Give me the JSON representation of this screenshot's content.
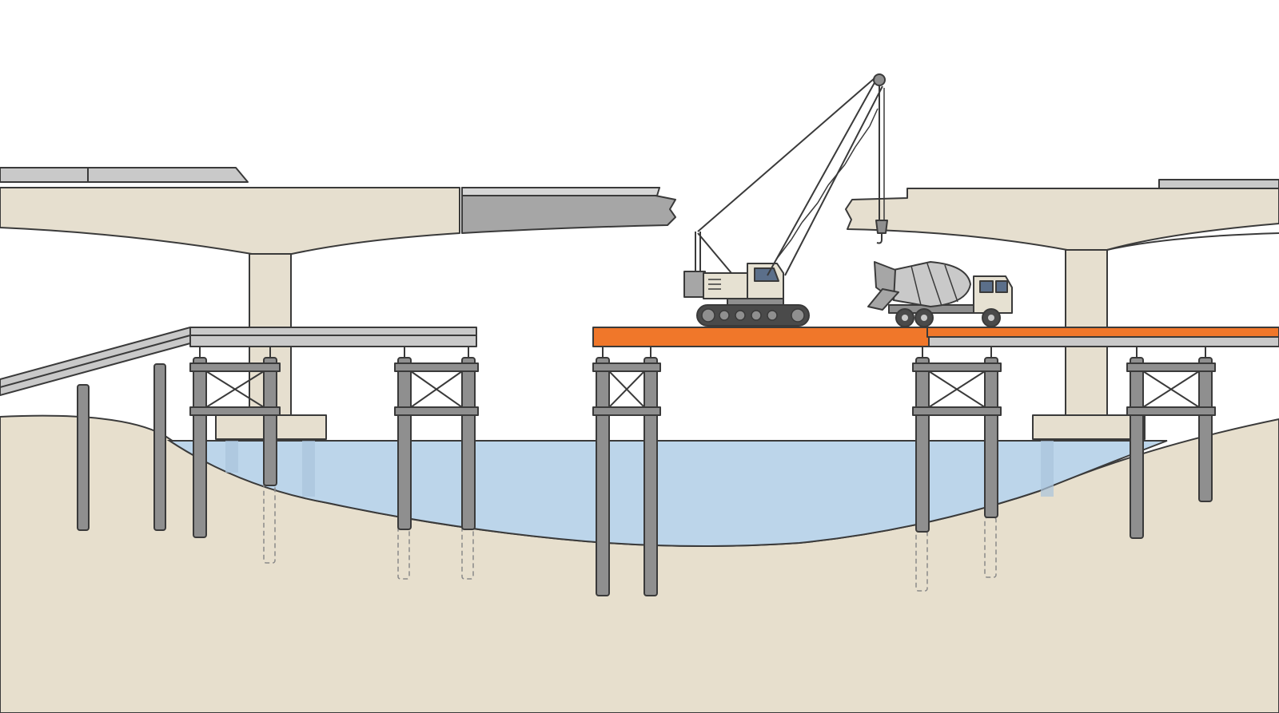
{
  "diagram": {
    "title": "",
    "labels": [],
    "colors": {
      "sky": "#ffffff",
      "soil": "#e7dfcd",
      "water": "#bcd5ea",
      "concrete": "#e6dfcf",
      "old_deck_gray": "#a6a6a6",
      "steel_gray": "#8f8f8f",
      "trestle_deck_gray": "#c9c9c9",
      "new_deck_orange": "#f0772a",
      "outline": "#3a3a3a",
      "crane_body": "#e6e1d2",
      "window": "#5b6f8a"
    },
    "elements": [
      "existing-bridge-left-span",
      "existing-bridge-right-span",
      "bridge-pier-left",
      "bridge-pier-right",
      "temporary-work-trestle-left",
      "temporary-work-trestle-right",
      "new-deck-section",
      "crawler-crane",
      "concrete-mixer-truck",
      "river-water",
      "riverbed-soil"
    ]
  }
}
